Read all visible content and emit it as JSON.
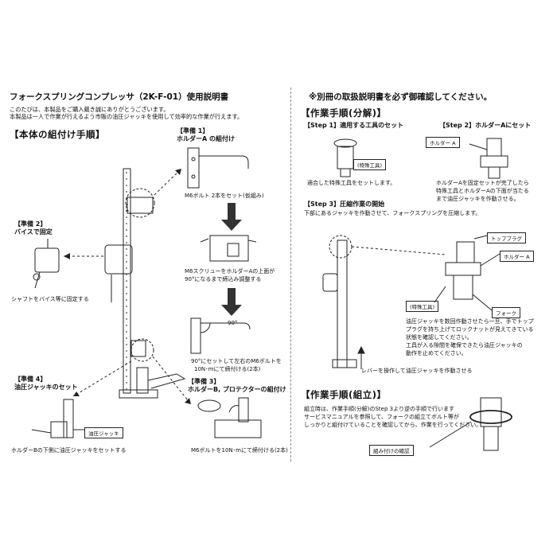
{
  "header": {
    "title": "フォークスプリングコンプレッサ（2K-F-01）使用説明書",
    "intro_1": "このたびは、本製品をご購入戴き誠にありがとうございます。",
    "intro_2": "本製品は一人で作業が行えるよう市販の油圧ジャッキを使用して効率的な作業が行えます。",
    "warning": "※別冊の取扱説明書を必ず御確認してください。"
  },
  "left": {
    "section_title": "【本体の組付け手順】",
    "prep1": {
      "title": "【準備 1】",
      "subtitle": "ホルダーA の組付け",
      "cap_bolt": "M6ボルト 2本をセット(仮組み)",
      "cap_screw_1": "M6スクリューをホルダーAの上面が",
      "cap_screw_2": "90°になるまで締込み調整する",
      "angle": "90°",
      "cap_tighten_1": "90°にセットして左右のM6ボルトを",
      "cap_tighten_2": "10N･mにて締付ける(2本)"
    },
    "prep2": {
      "title": "【準備 2】",
      "subtitle": "バイスで固定",
      "cap": "シャフトをバイス等に固定する"
    },
    "prep3": {
      "title": "【準備 3】",
      "subtitle": "ホルダーB, プロテクターの組付け",
      "cap": "M6ボルトを10N･mにて締付ける(2本)"
    },
    "prep4": {
      "title": "【準備 4】",
      "subtitle": "油圧ジャッキのセット",
      "label_jack": "油圧ジャッキ",
      "cap": "ホルダーBの下側に油圧ジャッキをセットする"
    }
  },
  "right": {
    "disassembly_title": "【作業手順(分解)】",
    "step1": {
      "title": "【Step 1】適用する工具のセット",
      "label_tool": "(特殊工具)",
      "cap": "適合した特殊工具をセットします。"
    },
    "step2": {
      "title": "【Step 2】ホルダーAにセット",
      "label_holder": "ホルダー A",
      "cap_1": "ホルダーAを固定セットが完了したら",
      "cap_2": "特殊工具とホルダーAの下面が当たる",
      "cap_3": "まで油圧ジャッキを作動させる。"
    },
    "step3": {
      "title": "【Step 3】圧縮作業の開始",
      "intro": "下部にあるジャッキを作動させて、フォークスプリングを圧縮します。",
      "label_top_plug": "トッププラグ",
      "label_holder": "ホルダー A",
      "label_tool": "(特殊工具)",
      "label_fork": "フォーク",
      "cap_1": "油圧ジャッキを数回作動させたら一旦、手でトップ",
      "cap_2": "プラグを持ち上げてロックナットが見えてきている",
      "cap_3": "状態を確認してください。",
      "cap_4": "工具が入る隙間を確保できたら油圧ジャッキの",
      "cap_5": "動作を止めてください。",
      "cap_lever": "レバーを操作して油圧ジャッキを作動させる"
    },
    "assembly_title": "【作業手順(組立)】",
    "assembly": {
      "cap_1": "組立時は、作業手順(分解)のStep 3より逆の手順で行います",
      "cap_2": "サービスマニュアルを参照して、フォークの組立てボルト等が",
      "cap_3": "しっかりと組付けていることを確認してから、作業を行ってください。",
      "label_check": "組み付けの確認"
    }
  }
}
